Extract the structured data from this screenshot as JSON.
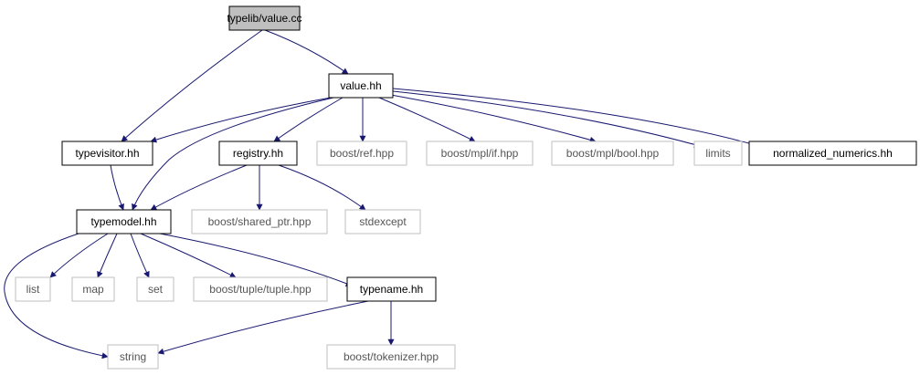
{
  "graph": {
    "nodes": [
      {
        "id": "value_cc",
        "label": "typelib/value.cc",
        "kind": "root"
      },
      {
        "id": "value_hh",
        "label": "value.hh",
        "kind": "local"
      },
      {
        "id": "typevisitor_hh",
        "label": "typevisitor.hh",
        "kind": "local"
      },
      {
        "id": "registry_hh",
        "label": "registry.hh",
        "kind": "local"
      },
      {
        "id": "boost_ref",
        "label": "boost/ref.hpp",
        "kind": "external"
      },
      {
        "id": "boost_mpl_if",
        "label": "boost/mpl/if.hpp",
        "kind": "external"
      },
      {
        "id": "boost_mpl_bool",
        "label": "boost/mpl/bool.hpp",
        "kind": "external"
      },
      {
        "id": "limits",
        "label": "limits",
        "kind": "external"
      },
      {
        "id": "normalized_numerics",
        "label": "normalized_numerics.hh",
        "kind": "local"
      },
      {
        "id": "typemodel_hh",
        "label": "typemodel.hh",
        "kind": "local"
      },
      {
        "id": "boost_shared_ptr",
        "label": "boost/shared_ptr.hpp",
        "kind": "external"
      },
      {
        "id": "stdexcept",
        "label": "stdexcept",
        "kind": "external"
      },
      {
        "id": "list",
        "label": "list",
        "kind": "external"
      },
      {
        "id": "map",
        "label": "map",
        "kind": "external"
      },
      {
        "id": "set",
        "label": "set",
        "kind": "external"
      },
      {
        "id": "boost_tuple",
        "label": "boost/tuple/tuple.hpp",
        "kind": "external"
      },
      {
        "id": "typename_hh",
        "label": "typename.hh",
        "kind": "local"
      },
      {
        "id": "string",
        "label": "string",
        "kind": "external"
      },
      {
        "id": "boost_tokenizer",
        "label": "boost/tokenizer.hpp",
        "kind": "external"
      }
    ],
    "edges": [
      {
        "from": "value_cc",
        "to": "value_hh"
      },
      {
        "from": "value_cc",
        "to": "typevisitor_hh"
      },
      {
        "from": "value_hh",
        "to": "typevisitor_hh"
      },
      {
        "from": "value_hh",
        "to": "registry_hh"
      },
      {
        "from": "value_hh",
        "to": "boost_ref"
      },
      {
        "from": "value_hh",
        "to": "boost_mpl_if"
      },
      {
        "from": "value_hh",
        "to": "boost_mpl_bool"
      },
      {
        "from": "value_hh",
        "to": "limits"
      },
      {
        "from": "value_hh",
        "to": "normalized_numerics"
      },
      {
        "from": "value_hh",
        "to": "typemodel_hh"
      },
      {
        "from": "typevisitor_hh",
        "to": "typemodel_hh"
      },
      {
        "from": "registry_hh",
        "to": "typemodel_hh"
      },
      {
        "from": "registry_hh",
        "to": "boost_shared_ptr"
      },
      {
        "from": "registry_hh",
        "to": "stdexcept"
      },
      {
        "from": "typemodel_hh",
        "to": "list"
      },
      {
        "from": "typemodel_hh",
        "to": "map"
      },
      {
        "from": "typemodel_hh",
        "to": "set"
      },
      {
        "from": "typemodel_hh",
        "to": "boost_tuple"
      },
      {
        "from": "typemodel_hh",
        "to": "typename_hh"
      },
      {
        "from": "typemodel_hh",
        "to": "string"
      },
      {
        "from": "typename_hh",
        "to": "string"
      },
      {
        "from": "typename_hh",
        "to": "boost_tokenizer"
      }
    ],
    "colors": {
      "edge": "#191970",
      "local_border": "#000000",
      "external_border": "#bfbfbf",
      "root_fill": "#bfbfbf",
      "local_text": "#000000",
      "external_text": "#555555"
    }
  }
}
